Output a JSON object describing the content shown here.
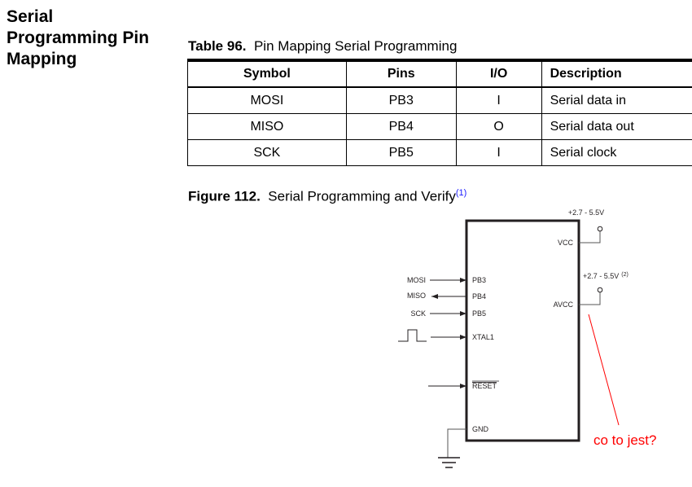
{
  "section": {
    "title_lines": [
      "Serial",
      "Programming Pin",
      "Mapping"
    ]
  },
  "table": {
    "caption_label": "Table 96.",
    "caption_text": "Pin Mapping Serial Programming",
    "headers": [
      "Symbol",
      "Pins",
      "I/O",
      "Description"
    ],
    "rows": [
      [
        "MOSI",
        "PB3",
        "I",
        "Serial data in"
      ],
      [
        "MISO",
        "PB4",
        "O",
        "Serial data out"
      ],
      [
        "SCK",
        "PB5",
        "I",
        "Serial clock"
      ]
    ]
  },
  "figure": {
    "caption_label": "Figure 112.",
    "caption_text": "Serial Programming and Verify",
    "caption_note": "(1)",
    "chip_pins_left": [
      "PB3",
      "PB4",
      "PB5",
      "XTAL1",
      "RESET",
      "GND"
    ],
    "chip_pins_right": [
      "VCC",
      "AVCC"
    ],
    "signals": [
      "MOSI",
      "MISO",
      "SCK"
    ],
    "vcc_supply": "+2.7 - 5.5V",
    "avcc_supply": "+2.7 - 5.5V",
    "avcc_note": "(2)",
    "annotation": "co to jest?",
    "annotation_color": "#ff0000"
  }
}
